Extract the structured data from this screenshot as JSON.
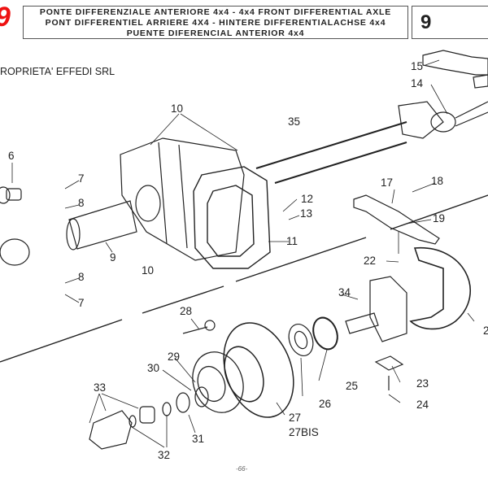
{
  "header": {
    "logo_glyph": "9",
    "top_note": "·····",
    "title_lines": [
      "PONTE DIFFERENZIALE ANTERIORE 4x4 - 4x4 FRONT DIFFERENTIAL AXLE",
      "PONT DIFFERENTIEL ARRIERE 4X4 - HINTERE DIFFERENTIALACHSE 4x4",
      "PUENTE DIFERENCIAL ANTERIOR 4x4"
    ],
    "page_ref": "9"
  },
  "owner_text": "ROPRIETA' EFFEDI SRL",
  "footer": {
    "page_number": "-66-"
  },
  "callouts": [
    {
      "id": "15",
      "text": "15"
    },
    {
      "id": "14",
      "text": "14"
    },
    {
      "id": "10a",
      "text": "10"
    },
    {
      "id": "35",
      "text": "35"
    },
    {
      "id": "6",
      "text": "6"
    },
    {
      "id": "7a",
      "text": "7"
    },
    {
      "id": "8a",
      "text": "8"
    },
    {
      "id": "12",
      "text": "12"
    },
    {
      "id": "13",
      "text": "13"
    },
    {
      "id": "17",
      "text": "17"
    },
    {
      "id": "18",
      "text": "18"
    },
    {
      "id": "19",
      "text": "19"
    },
    {
      "id": "11",
      "text": "11"
    },
    {
      "id": "9",
      "text": "9"
    },
    {
      "id": "10b",
      "text": "10"
    },
    {
      "id": "22",
      "text": "22"
    },
    {
      "id": "8b",
      "text": "8"
    },
    {
      "id": "7b",
      "text": "7"
    },
    {
      "id": "34",
      "text": "34"
    },
    {
      "id": "2x",
      "text": "2"
    },
    {
      "id": "28",
      "text": "28"
    },
    {
      "id": "29",
      "text": "29"
    },
    {
      "id": "30",
      "text": "30"
    },
    {
      "id": "25",
      "text": "25"
    },
    {
      "id": "23",
      "text": "23"
    },
    {
      "id": "26",
      "text": "26"
    },
    {
      "id": "24",
      "text": "24"
    },
    {
      "id": "33",
      "text": "33"
    },
    {
      "id": "27",
      "text": "27"
    },
    {
      "id": "27bis",
      "text": "27BIS"
    },
    {
      "id": "31",
      "text": "31"
    },
    {
      "id": "32",
      "text": "32"
    }
  ]
}
